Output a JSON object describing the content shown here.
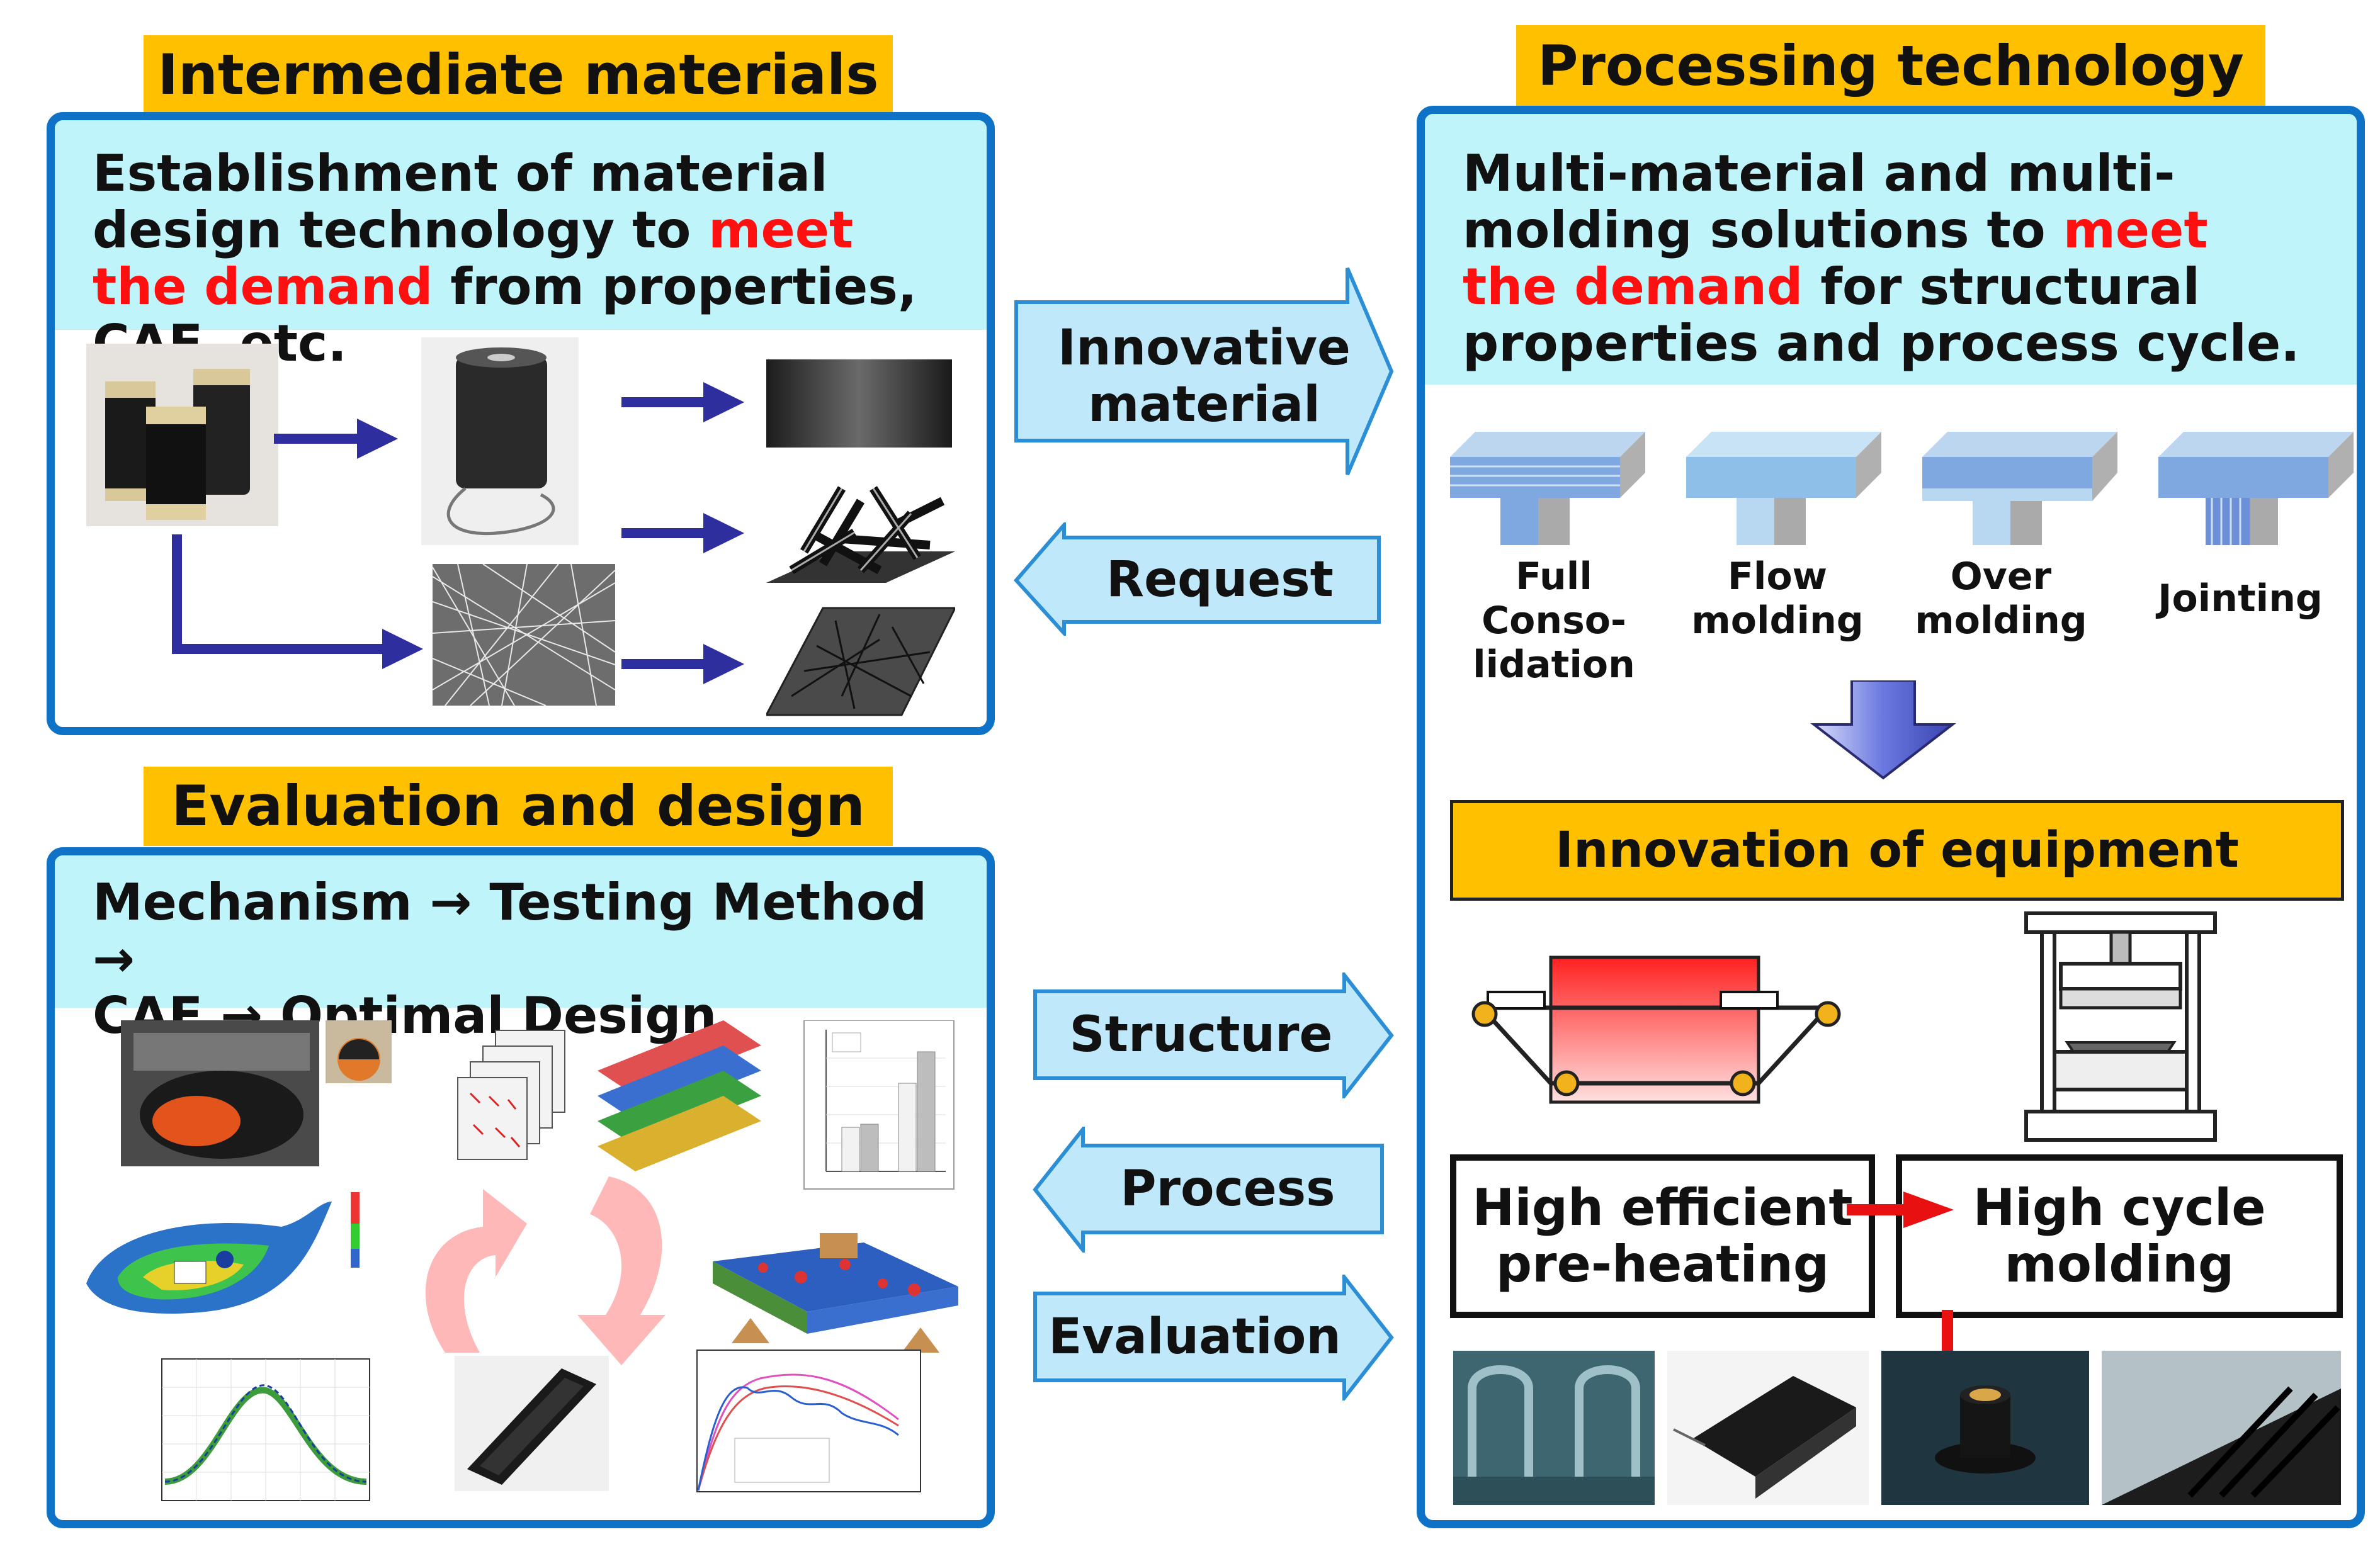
{
  "intermediate": {
    "title": "Intermediate materials",
    "desc_a": "Establishment of material design technology to ",
    "desc_red": "meet the demand",
    "desc_b": " from properties, CAE, etc."
  },
  "processing": {
    "title": "Processing technology",
    "desc_a": "Multi-material and multi-molding solutions to ",
    "desc_red": "meet the demand",
    "desc_b": " for structural properties and process cycle.",
    "methods": [
      {
        "line1": "Full Conso-",
        "line2": "lidation"
      },
      {
        "line1": "Flow",
        "line2": "molding"
      },
      {
        "line1": "Over",
        "line2": "molding"
      },
      {
        "line1": "Jointing",
        "line2": ""
      }
    ],
    "equipment_title": "Innovation of equipment",
    "preheat_l1": "High efficient",
    "preheat_l2": "pre-heating",
    "cycle_l1": "High cycle",
    "cycle_l2": "molding"
  },
  "evaluation": {
    "title": "Evaluation and design",
    "line1": "Mechanism → Testing Method →",
    "line2": "CAE → Optimal Design"
  },
  "flows": {
    "innovative_l1": "Innovative",
    "innovative_l2": "material",
    "request": "Request",
    "structure": "Structure",
    "process": "Process",
    "evaluation": "Evaluation"
  },
  "colors": {
    "tab": "#ffc000",
    "panel_border": "#0e73c6",
    "panel_header": "#bff4fb",
    "emphasis": "#ff1010",
    "flow_arrow_fill": "#bfe9fb",
    "flow_arrow_border": "#2c8fd6",
    "material_arrow": "#2e2e9e"
  }
}
